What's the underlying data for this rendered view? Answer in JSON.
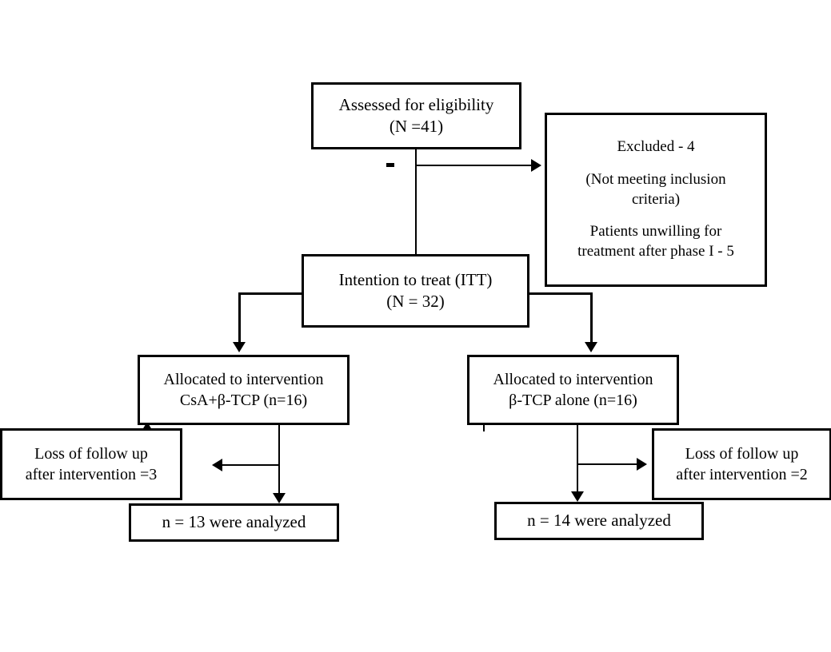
{
  "diagram": {
    "title": "CONSORT participant flow diagram",
    "line_color": "#000000",
    "background": "#ffffff",
    "boxes": {
      "eligibility": {
        "line1": "Assessed for eligibility",
        "line2": "(N =41)"
      },
      "excluded": {
        "line1": "Excluded - 4",
        "line2": "(Not meeting inclusion",
        "line3": "criteria)",
        "line4": "Patients unwilling for",
        "line5": "treatment after phase I - 5"
      },
      "itt": {
        "line1": "Intention to treat (ITT)",
        "line2": "(N = 32)"
      },
      "allocated_left": {
        "line1": "Allocated to intervention",
        "line2": "CsA+β-TCP (n=16)"
      },
      "allocated_right": {
        "line1": "Allocated to intervention",
        "line2": "β-TCP alone (n=16)"
      },
      "loss_left": {
        "line1": "Loss of follow up",
        "line2": "after intervention =3"
      },
      "loss_right": {
        "line1": "Loss of follow up",
        "line2": "after intervention =2"
      },
      "analyzed_left": {
        "line1": "n = 13 were analyzed"
      },
      "analyzed_right": {
        "line1": "n = 14 were analyzed"
      }
    }
  }
}
